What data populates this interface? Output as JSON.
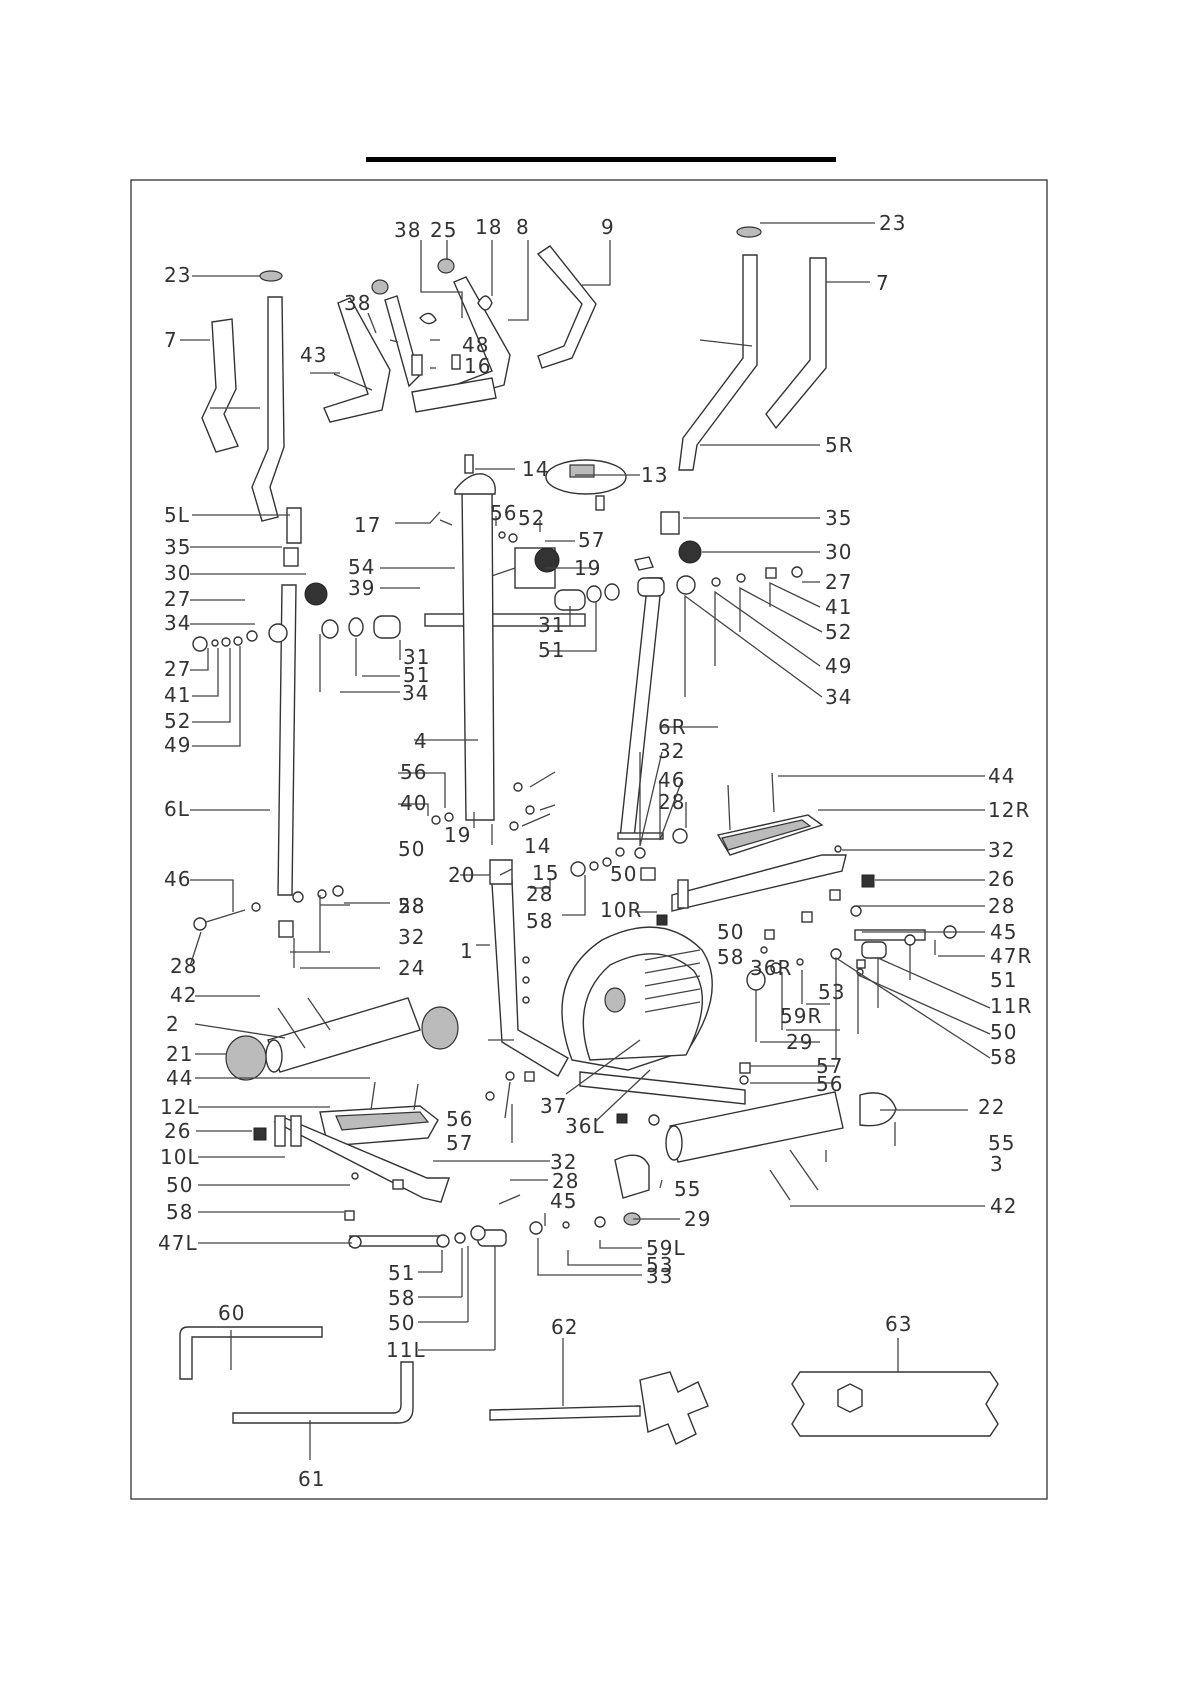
{
  "diagram": {
    "labels": [
      {
        "id": "l23a",
        "text": "23"
      },
      {
        "id": "l7a",
        "text": "7"
      },
      {
        "id": "l5L",
        "text": "5L"
      },
      {
        "id": "l35a",
        "text": "35"
      },
      {
        "id": "l30a",
        "text": "30"
      },
      {
        "id": "l27a",
        "text": "27"
      },
      {
        "id": "l34a",
        "text": "34"
      },
      {
        "id": "l27b",
        "text": "27"
      },
      {
        "id": "l41a",
        "text": "41"
      },
      {
        "id": "l52a",
        "text": "52"
      },
      {
        "id": "l49a",
        "text": "49"
      },
      {
        "id": "l6L",
        "text": "6L"
      },
      {
        "id": "l46a",
        "text": "46"
      },
      {
        "id": "l28a",
        "text": "28"
      },
      {
        "id": "l42a",
        "text": "42"
      },
      {
        "id": "l2",
        "text": "2"
      },
      {
        "id": "l21",
        "text": "21"
      },
      {
        "id": "l44a",
        "text": "44"
      },
      {
        "id": "l12L",
        "text": "12L"
      },
      {
        "id": "l26a",
        "text": "26"
      },
      {
        "id": "l10L",
        "text": "10L"
      },
      {
        "id": "l50a",
        "text": "50"
      },
      {
        "id": "l58a",
        "text": "58"
      },
      {
        "id": "l47L",
        "text": "47L"
      },
      {
        "id": "l38a",
        "text": "38"
      },
      {
        "id": "l25",
        "text": "25"
      },
      {
        "id": "l18",
        "text": "18"
      },
      {
        "id": "l8",
        "text": "8"
      },
      {
        "id": "l9",
        "text": "9"
      },
      {
        "id": "l38b",
        "text": "38"
      },
      {
        "id": "l48",
        "text": "48"
      },
      {
        "id": "l43",
        "text": "43"
      },
      {
        "id": "l16",
        "text": "16"
      },
      {
        "id": "l14a",
        "text": "14"
      },
      {
        "id": "l17",
        "text": "17"
      },
      {
        "id": "l13",
        "text": "13"
      },
      {
        "id": "l56a",
        "text": "56"
      },
      {
        "id": "l52b",
        "text": "52"
      },
      {
        "id": "l57a",
        "text": "57"
      },
      {
        "id": "l54",
        "text": "54"
      },
      {
        "id": "l19a",
        "text": "19"
      },
      {
        "id": "l39",
        "text": "39"
      },
      {
        "id": "l31a",
        "text": "31"
      },
      {
        "id": "l51a",
        "text": "51"
      },
      {
        "id": "l34b",
        "text": "34"
      },
      {
        "id": "l31b",
        "text": "31"
      },
      {
        "id": "l51b",
        "text": "51"
      },
      {
        "id": "l4",
        "text": "4"
      },
      {
        "id": "l56b",
        "text": "56"
      },
      {
        "id": "l40",
        "text": "40"
      },
      {
        "id": "l19b",
        "text": "19"
      },
      {
        "id": "l14b",
        "text": "14"
      },
      {
        "id": "l50b",
        "text": "50"
      },
      {
        "id": "l28b",
        "text": "28"
      },
      {
        "id": "l58b",
        "text": "58"
      },
      {
        "id": "l32a",
        "text": "32"
      },
      {
        "id": "l24",
        "text": "24"
      },
      {
        "id": "l20",
        "text": "20"
      },
      {
        "id": "l15",
        "text": "15"
      },
      {
        "id": "l28c",
        "text": "28"
      },
      {
        "id": "l58c",
        "text": "58"
      },
      {
        "id": "l50c",
        "text": "50"
      },
      {
        "id": "l1",
        "text": "1"
      },
      {
        "id": "l23b",
        "text": "23"
      },
      {
        "id": "l7b",
        "text": "7"
      },
      {
        "id": "l5R",
        "text": "5R"
      },
      {
        "id": "l35b",
        "text": "35"
      },
      {
        "id": "l30b",
        "text": "30"
      },
      {
        "id": "l27c",
        "text": "27"
      },
      {
        "id": "l41b",
        "text": "41"
      },
      {
        "id": "l52c",
        "text": "52"
      },
      {
        "id": "l49b",
        "text": "49"
      },
      {
        "id": "l34c",
        "text": "34"
      },
      {
        "id": "l6R",
        "text": "6R"
      },
      {
        "id": "l32b",
        "text": "32"
      },
      {
        "id": "l46b",
        "text": "46"
      },
      {
        "id": "l28d",
        "text": "28"
      },
      {
        "id": "l44b",
        "text": "44"
      },
      {
        "id": "l12R",
        "text": "12R"
      },
      {
        "id": "l32c",
        "text": "32"
      },
      {
        "id": "l26b",
        "text": "26"
      },
      {
        "id": "l28e",
        "text": "28"
      },
      {
        "id": "l10R",
        "text": "10R"
      },
      {
        "id": "l50d",
        "text": "50"
      },
      {
        "id": "l58d",
        "text": "58"
      },
      {
        "id": "l45a",
        "text": "45"
      },
      {
        "id": "l47R",
        "text": "47R"
      },
      {
        "id": "l36R",
        "text": "36R"
      },
      {
        "id": "l53a",
        "text": "53"
      },
      {
        "id": "l51c",
        "text": "51"
      },
      {
        "id": "l59R",
        "text": "59R"
      },
      {
        "id": "l11R",
        "text": "11R"
      },
      {
        "id": "l29a",
        "text": "29"
      },
      {
        "id": "l50e",
        "text": "50"
      },
      {
        "id": "l58e",
        "text": "58"
      },
      {
        "id": "l57b",
        "text": "57"
      },
      {
        "id": "l56c",
        "text": "56"
      },
      {
        "id": "l37",
        "text": "37"
      },
      {
        "id": "l36L",
        "text": "36L"
      },
      {
        "id": "l56d",
        "text": "56"
      },
      {
        "id": "l57c",
        "text": "57"
      },
      {
        "id": "l22",
        "text": "22"
      },
      {
        "id": "l55a",
        "text": "55"
      },
      {
        "id": "l3",
        "text": "3"
      },
      {
        "id": "l55b",
        "text": "55"
      },
      {
        "id": "l42b",
        "text": "42"
      },
      {
        "id": "l32d",
        "text": "32"
      },
      {
        "id": "l28f",
        "text": "28"
      },
      {
        "id": "l45b",
        "text": "45"
      },
      {
        "id": "l29b",
        "text": "29"
      },
      {
        "id": "l59L",
        "text": "59L"
      },
      {
        "id": "l53b",
        "text": "53"
      },
      {
        "id": "l33",
        "text": "33"
      },
      {
        "id": "l51d",
        "text": "51"
      },
      {
        "id": "l58f",
        "text": "58"
      },
      {
        "id": "l50f",
        "text": "50"
      },
      {
        "id": "l11L",
        "text": "11L"
      },
      {
        "id": "l60",
        "text": "60"
      },
      {
        "id": "l61",
        "text": "61"
      },
      {
        "id": "l62",
        "text": "62"
      },
      {
        "id": "l63",
        "text": "63"
      }
    ]
  }
}
